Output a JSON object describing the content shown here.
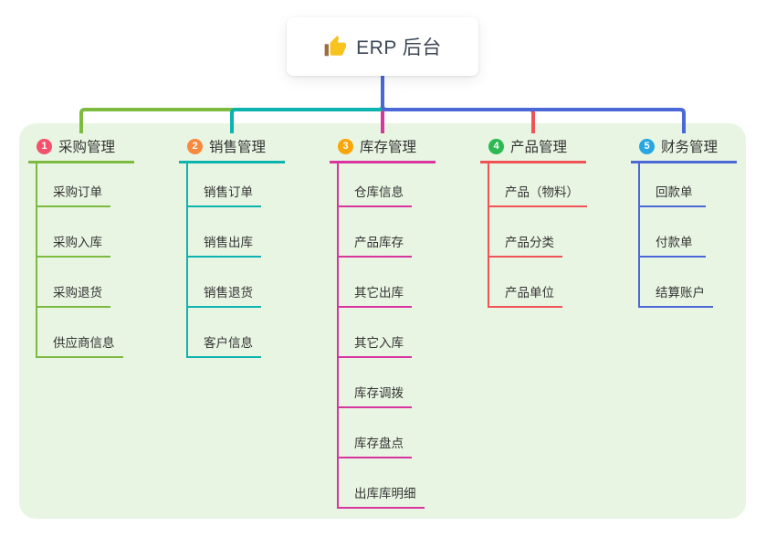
{
  "root": {
    "label": "ERP 后台",
    "icon": "thumbs-up-icon",
    "connector_color": "#4b68d7",
    "text_color": "#3d4757"
  },
  "canvas": {
    "panel_bg": "#e9f5e3",
    "page_bg": "#ffffff"
  },
  "branches": [
    {
      "index": "1",
      "title": "采购管理",
      "badge_color": "#f4516c",
      "line_color": "#7cba40",
      "items": [
        "采购订单",
        "采购入库",
        "采购退货",
        "供应商信息"
      ]
    },
    {
      "index": "2",
      "title": "销售管理",
      "badge_color": "#f8893f",
      "line_color": "#0db3ae",
      "items": [
        "销售订单",
        "销售出库",
        "销售退货",
        "客户信息"
      ]
    },
    {
      "index": "3",
      "title": "库存管理",
      "badge_color": "#f9a60a",
      "line_color": "#d8359e",
      "items": [
        "仓库信息",
        "产品库存",
        "其它出库",
        "其它入库",
        "库存调拨",
        "库存盘点",
        "出库库明细"
      ]
    },
    {
      "index": "4",
      "title": "产品管理",
      "badge_color": "#2cb952",
      "line_color": "#f05356",
      "items": [
        "产品（物料）",
        "产品分类",
        "产品单位"
      ]
    },
    {
      "index": "5",
      "title": "财务管理",
      "badge_color": "#27a6e1",
      "line_color": "#4b68d7",
      "items": [
        "回款单",
        "付款单",
        "结算账户"
      ]
    }
  ]
}
